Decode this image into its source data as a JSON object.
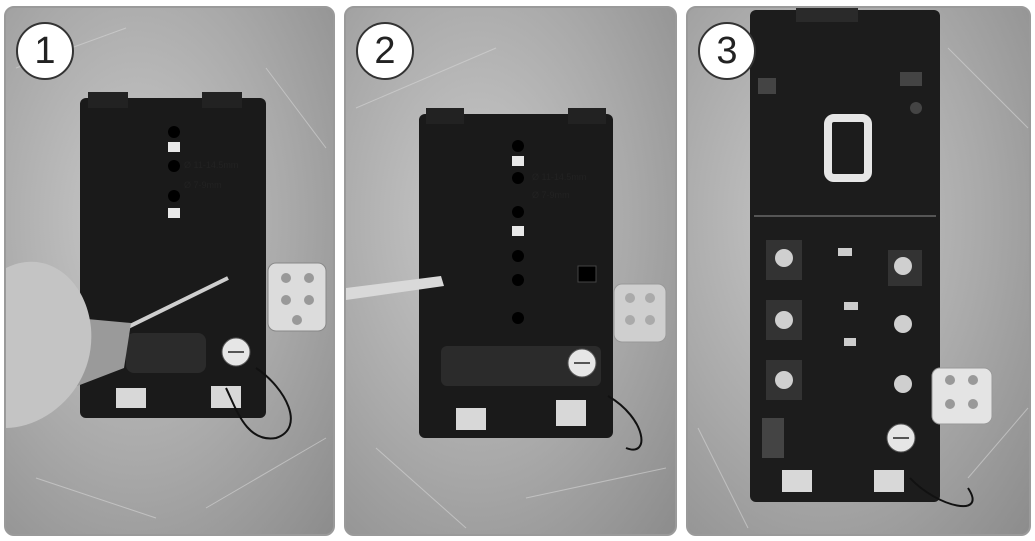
{
  "steps": [
    {
      "number": "1",
      "diameter_small": "Ø 7-9mm",
      "diameter_large": "Ø 11-14.5mm"
    },
    {
      "number": "2",
      "diameter_small": "Ø 7-9mm",
      "diameter_large": "Ø 11-14.5mm"
    },
    {
      "number": "3"
    }
  ],
  "colors": {
    "panel_border": "#9a9a9a",
    "housing": "#1a1a1a",
    "background_metal": "#b0b0b0"
  }
}
